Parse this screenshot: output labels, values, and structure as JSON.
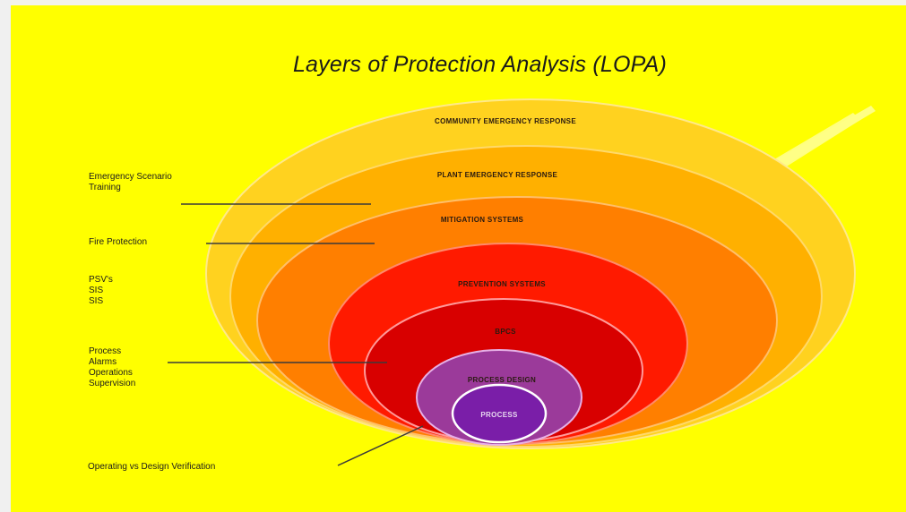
{
  "title": "Layers of Protection Analysis (LOPA)",
  "layers": [
    {
      "label": "COMMUNITY EMERGENCY RESPONSE",
      "color": "#ffd21f"
    },
    {
      "label": "PLANT EMERGENCY RESPONSE",
      "color": "#ffb000"
    },
    {
      "label": "MITIGATION SYSTEMS",
      "color": "#ff7f00"
    },
    {
      "label": "PREVENTION SYSTEMS",
      "color": "#ff1a00"
    },
    {
      "label": "BPCS",
      "color": "#d80000"
    },
    {
      "label": "PROCESS DESIGN",
      "color": "#9b3a9a"
    },
    {
      "label": "PROCESS",
      "color": "#7a1ea8"
    }
  ],
  "callouts": {
    "emergency": {
      "line1": "Emergency Scenario",
      "line2": "Training"
    },
    "fire": {
      "line1": "Fire Protection"
    },
    "prv": {
      "line1": "PSV's",
      "line2": "SIS",
      "line3": "SIS"
    },
    "process_alarms": {
      "line1": "Process",
      "line2": "Alarms",
      "line3": "Operations",
      "line4": "Supervision"
    },
    "verification": {
      "line1": "Operating vs Design Verification"
    }
  }
}
